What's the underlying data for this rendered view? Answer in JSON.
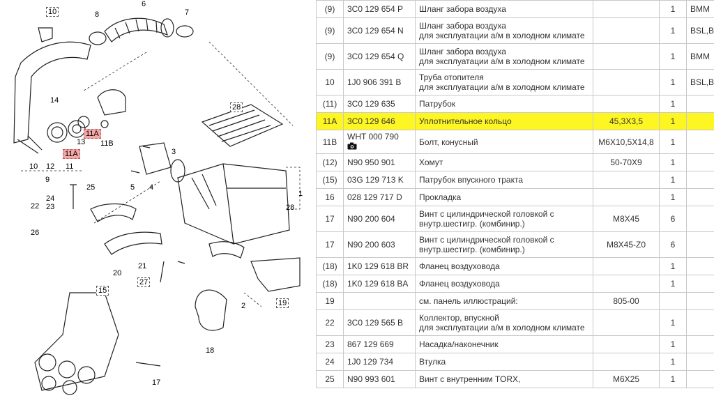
{
  "diagram": {
    "callouts": [
      "10",
      "8",
      "6",
      "7",
      "14",
      "11A",
      "13",
      "11B",
      "28",
      "3",
      "10",
      "12",
      "11",
      "11A",
      "9",
      "5",
      "4",
      "1",
      "25",
      "24",
      "23",
      "22",
      "28",
      "26",
      "20",
      "21",
      "27",
      "2",
      "19",
      "15",
      "18",
      "17"
    ]
  },
  "table": {
    "rows": [
      {
        "pos": "(9)",
        "part": "3C0 129 654 P",
        "name": [
          "Шланг забора воздуха"
        ],
        "spec": "",
        "qty": "1",
        "mod": "BMM",
        "selected": false,
        "camera": false
      },
      {
        "pos": "(9)",
        "part": "3C0 129 654 N",
        "name": [
          "Шланг забора воздуха",
          "для эксплуатации а/м в холодном климате"
        ],
        "spec": "",
        "qty": "1",
        "mod": "BSL,BS",
        "selected": false,
        "camera": false
      },
      {
        "pos": "(9)",
        "part": "3C0 129 654 Q",
        "name": [
          "Шланг забора воздуха",
          "для эксплуатации а/м в холодном климате"
        ],
        "spec": "",
        "qty": "1",
        "mod": "BMM",
        "selected": false,
        "camera": false
      },
      {
        "pos": "10",
        "part": "1J0 906 391 B",
        "name": [
          "Труба отопителя",
          "для эксплуатации а/м в холодном климате"
        ],
        "spec": "",
        "qty": "1",
        "mod": "BSL,BS",
        "selected": false,
        "camera": false
      },
      {
        "pos": "(11)",
        "part": "3C0 129 635",
        "name": [
          "Патрубок"
        ],
        "spec": "",
        "qty": "1",
        "mod": "",
        "selected": false,
        "camera": false
      },
      {
        "pos": "11A",
        "part": "3C0 129 646",
        "name": [
          "Уплотнительное кольцо"
        ],
        "spec": "45,3X3,5",
        "qty": "1",
        "mod": "",
        "selected": true,
        "camera": false
      },
      {
        "pos": "11B",
        "part": "WHT 000 790",
        "name": [
          "Болт, конусный"
        ],
        "spec": "M6X10,5X14,8",
        "qty": "1",
        "mod": "",
        "selected": false,
        "camera": true
      },
      {
        "pos": "(12)",
        "part": "N90 950 901",
        "name": [
          "Хомут"
        ],
        "spec": "50-70X9",
        "qty": "1",
        "mod": "",
        "selected": false,
        "camera": false
      },
      {
        "pos": "(15)",
        "part": "03G 129 713 K",
        "name": [
          "Патрубок впускного тракта"
        ],
        "spec": "",
        "qty": "1",
        "mod": "",
        "selected": false,
        "camera": false
      },
      {
        "pos": "16",
        "part": "028 129 717 D",
        "name": [
          "Прокладка"
        ],
        "spec": "",
        "qty": "1",
        "mod": "",
        "selected": false,
        "camera": false
      },
      {
        "pos": "17",
        "part": "N90 200 604",
        "name": [
          "Винт с цилиндрической головкой с",
          "внутр.шестигр. (комбинир.)"
        ],
        "spec": "M8X45",
        "qty": "6",
        "mod": "",
        "selected": false,
        "camera": false
      },
      {
        "pos": "17",
        "part": "N90 200 603",
        "name": [
          "Винт с цилиндрической головкой с",
          "внутр.шестигр. (комбинир.)"
        ],
        "spec": "M8X45-Z0",
        "qty": "6",
        "mod": "",
        "selected": false,
        "camera": false
      },
      {
        "pos": "(18)",
        "part": "1K0 129 618 BR",
        "name": [
          "Фланец воздуховода"
        ],
        "spec": "",
        "qty": "1",
        "mod": "",
        "selected": false,
        "camera": false
      },
      {
        "pos": "(18)",
        "part": "1K0 129 618 BA",
        "name": [
          "Фланец воздуховода"
        ],
        "spec": "",
        "qty": "1",
        "mod": "",
        "selected": false,
        "camera": false
      },
      {
        "pos": "19",
        "part": "",
        "name": [
          "см. панель иллюстраций:"
        ],
        "spec": "805-00",
        "qty": "",
        "mod": "",
        "selected": false,
        "camera": false
      },
      {
        "pos": "22",
        "part": "3C0 129 565 B",
        "name": [
          "Коллектор, впускной",
          "для эксплуатации а/м в холодном климате"
        ],
        "spec": "",
        "qty": "1",
        "mod": "",
        "selected": false,
        "camera": false
      },
      {
        "pos": "23",
        "part": "867 129 669",
        "name": [
          "Насадка/наконечник"
        ],
        "spec": "",
        "qty": "1",
        "mod": "",
        "selected": false,
        "camera": false
      },
      {
        "pos": "24",
        "part": "1J0 129 734",
        "name": [
          "Втулка"
        ],
        "spec": "",
        "qty": "1",
        "mod": "",
        "selected": false,
        "camera": false
      },
      {
        "pos": "25",
        "part": "N90 993 601",
        "name": [
          "Винт с внутренним TORX,"
        ],
        "spec": "M6X25",
        "qty": "1",
        "mod": "",
        "selected": false,
        "camera": false
      }
    ]
  },
  "colors": {
    "highlight_row": "#fdf623",
    "callout_highlight": "#f2a6a6",
    "grid": "#c8c8c8"
  }
}
